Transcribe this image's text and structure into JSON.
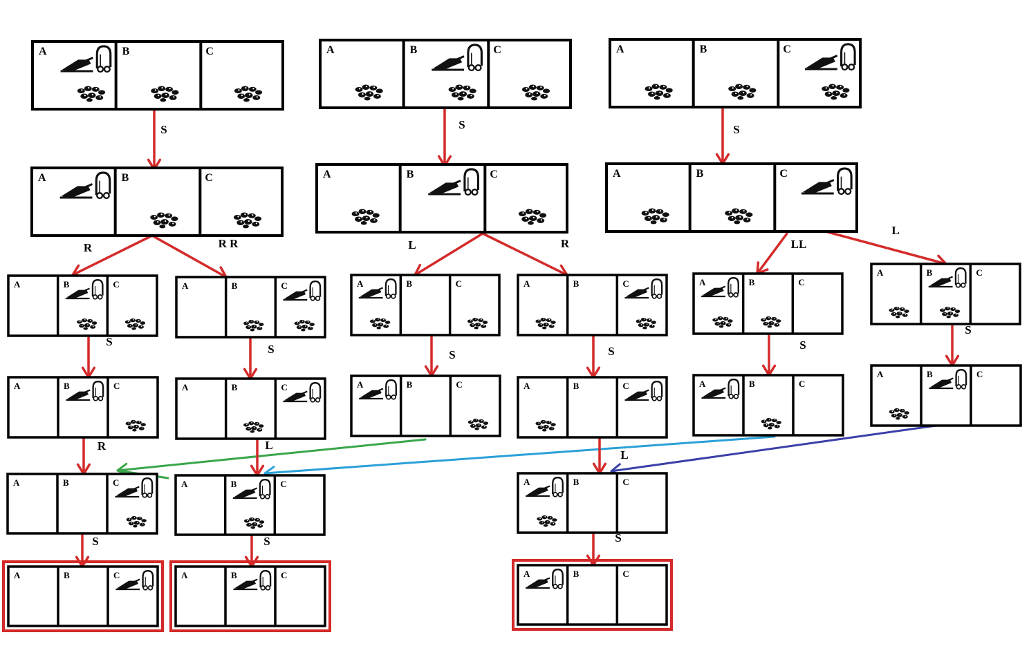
{
  "colors": {
    "move_arrow": "#d42a2a",
    "goal_frame": "#d42a2a",
    "merge_green": "#3aa64a",
    "merge_light_blue": "#2aa0d8",
    "merge_dark_blue": "#3a40a8",
    "ink": "#000000"
  },
  "icons": {
    "vacuum": "vacuum-cleaner-icon",
    "dirt": "dirt-pile-icon"
  },
  "rooms": [
    "A",
    "B",
    "C"
  ],
  "states": [
    {
      "id": "s1",
      "vacuum": "A",
      "dirt": [
        "A",
        "B",
        "C"
      ],
      "goal": false
    },
    {
      "id": "s2",
      "vacuum": "B",
      "dirt": [
        "A",
        "B",
        "C"
      ],
      "goal": false
    },
    {
      "id": "s3",
      "vacuum": "C",
      "dirt": [
        "A",
        "B",
        "C"
      ],
      "goal": false
    },
    {
      "id": "s4",
      "vacuum": "A",
      "dirt": [
        "B",
        "C"
      ],
      "goal": false
    },
    {
      "id": "s5",
      "vacuum": "B",
      "dirt": [
        "A",
        "C"
      ],
      "goal": false
    },
    {
      "id": "s6",
      "vacuum": "C",
      "dirt": [
        "A",
        "B"
      ],
      "goal": false
    },
    {
      "id": "s7",
      "vacuum": "B",
      "dirt": [
        "B",
        "C"
      ],
      "goal": false
    },
    {
      "id": "s8",
      "vacuum": "C",
      "dirt": [
        "B",
        "C"
      ],
      "goal": false
    },
    {
      "id": "s9",
      "vacuum": "A",
      "dirt": [
        "A",
        "C"
      ],
      "goal": false
    },
    {
      "id": "s10",
      "vacuum": "C",
      "dirt": [
        "A",
        "C"
      ],
      "goal": false
    },
    {
      "id": "s11",
      "vacuum": "A",
      "dirt": [
        "A",
        "B"
      ],
      "goal": false
    },
    {
      "id": "s12",
      "vacuum": "B",
      "dirt": [
        "A",
        "B"
      ],
      "goal": false
    },
    {
      "id": "s13",
      "vacuum": "B",
      "dirt": [
        "C"
      ],
      "goal": false
    },
    {
      "id": "s14",
      "vacuum": "C",
      "dirt": [
        "B"
      ],
      "goal": false
    },
    {
      "id": "s15",
      "vacuum": "A",
      "dirt": [
        "C"
      ],
      "goal": false
    },
    {
      "id": "s16",
      "vacuum": "C",
      "dirt": [
        "A"
      ],
      "goal": false
    },
    {
      "id": "s17",
      "vacuum": "A",
      "dirt": [
        "B"
      ],
      "goal": false
    },
    {
      "id": "s18",
      "vacuum": "B",
      "dirt": [
        "A"
      ],
      "goal": false
    },
    {
      "id": "s19",
      "vacuum": "C",
      "dirt": [
        "C"
      ],
      "goal": false
    },
    {
      "id": "s20",
      "vacuum": "B",
      "dirt": [
        "B"
      ],
      "goal": false
    },
    {
      "id": "s21",
      "vacuum": "A",
      "dirt": [
        "A"
      ],
      "goal": false
    },
    {
      "id": "s22",
      "vacuum": "C",
      "dirt": [],
      "goal": true
    },
    {
      "id": "s23",
      "vacuum": "B",
      "dirt": [],
      "goal": true
    },
    {
      "id": "s24",
      "vacuum": "A",
      "dirt": [],
      "goal": true
    }
  ],
  "transitions": [
    {
      "from": "s1",
      "to": "s4",
      "label": "S",
      "kind": "move"
    },
    {
      "from": "s2",
      "to": "s5",
      "label": "S",
      "kind": "move"
    },
    {
      "from": "s3",
      "to": "s6",
      "label": "S",
      "kind": "move"
    },
    {
      "from": "s4",
      "to": "s7",
      "label": "R",
      "kind": "move"
    },
    {
      "from": "s4",
      "to": "s8",
      "label": "R R",
      "kind": "move"
    },
    {
      "from": "s5",
      "to": "s9",
      "label": "L",
      "kind": "move"
    },
    {
      "from": "s5",
      "to": "s10",
      "label": "R",
      "kind": "move"
    },
    {
      "from": "s6",
      "to": "s11",
      "label": "LL",
      "kind": "move"
    },
    {
      "from": "s6",
      "to": "s12",
      "label": "L",
      "kind": "move"
    },
    {
      "from": "s7",
      "to": "s13",
      "label": "S",
      "kind": "move"
    },
    {
      "from": "s8",
      "to": "s14",
      "label": "S",
      "kind": "move"
    },
    {
      "from": "s9",
      "to": "s15",
      "label": "S",
      "kind": "move"
    },
    {
      "from": "s10",
      "to": "s16",
      "label": "S",
      "kind": "move"
    },
    {
      "from": "s11",
      "to": "s17",
      "label": "S",
      "kind": "move"
    },
    {
      "from": "s12",
      "to": "s18",
      "label": "S",
      "kind": "move"
    },
    {
      "from": "s13",
      "to": "s19",
      "label": "R",
      "kind": "move"
    },
    {
      "from": "s14",
      "to": "s20",
      "label": "L",
      "kind": "move"
    },
    {
      "from": "s16",
      "to": "s21",
      "label": "L",
      "kind": "move"
    },
    {
      "from": "s15",
      "to": "s19",
      "label": "",
      "kind": "merge_green"
    },
    {
      "from": "s17",
      "to": "s20",
      "label": "",
      "kind": "merge_light_blue"
    },
    {
      "from": "s18",
      "to": "s21",
      "label": "",
      "kind": "merge_dark_blue"
    },
    {
      "from": "s19",
      "to": "s22",
      "label": "S",
      "kind": "move"
    },
    {
      "from": "s20",
      "to": "s23",
      "label": "S",
      "kind": "move"
    },
    {
      "from": "s21",
      "to": "s24",
      "label": "S",
      "kind": "move"
    }
  ]
}
